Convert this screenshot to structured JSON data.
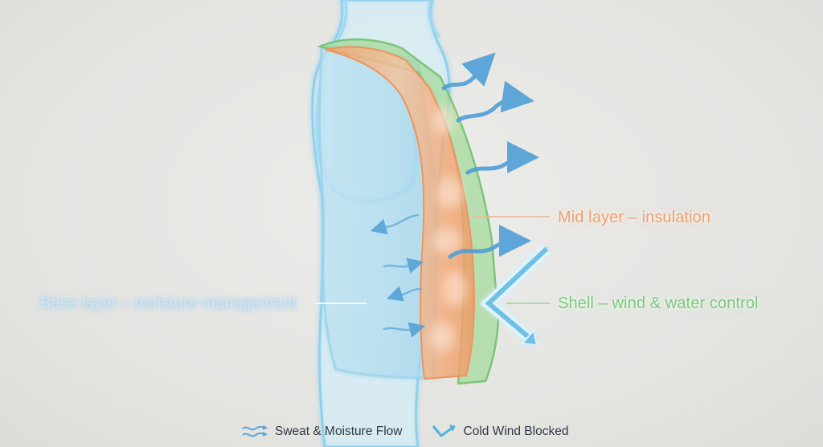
{
  "callouts": {
    "mid_layer": "Mid layer – insulation",
    "shell": "Shell – wind & water control",
    "base_layer": "Base layer – moisture management"
  },
  "legend": {
    "moisture": "Sweat & Moisture Flow",
    "wind": "Cold Wind Blocked"
  },
  "colors": {
    "base_layer": "#9fd3ea",
    "mid_layer": "#f2a46f",
    "shell": "#8fcf86",
    "arrows": "#4f9fd6",
    "background": "#e6e6e3"
  },
  "icons": [
    "moisture-wave-icon",
    "wind-blocked-icon"
  ]
}
